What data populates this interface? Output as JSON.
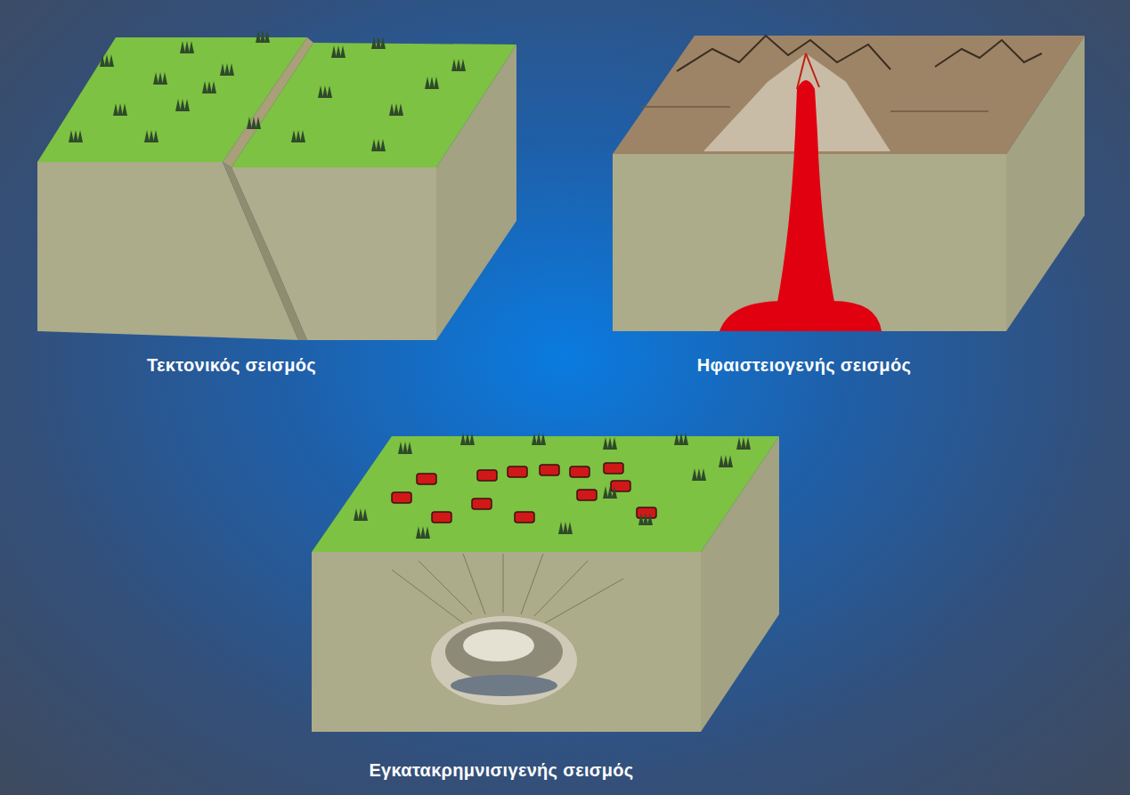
{
  "diagram": {
    "labels": [
      "Τεκτονικός σεισμός",
      "Ηφαιστειογενής σεισμός",
      "Εγκατακρημνισιγενής σεισμός"
    ]
  }
}
